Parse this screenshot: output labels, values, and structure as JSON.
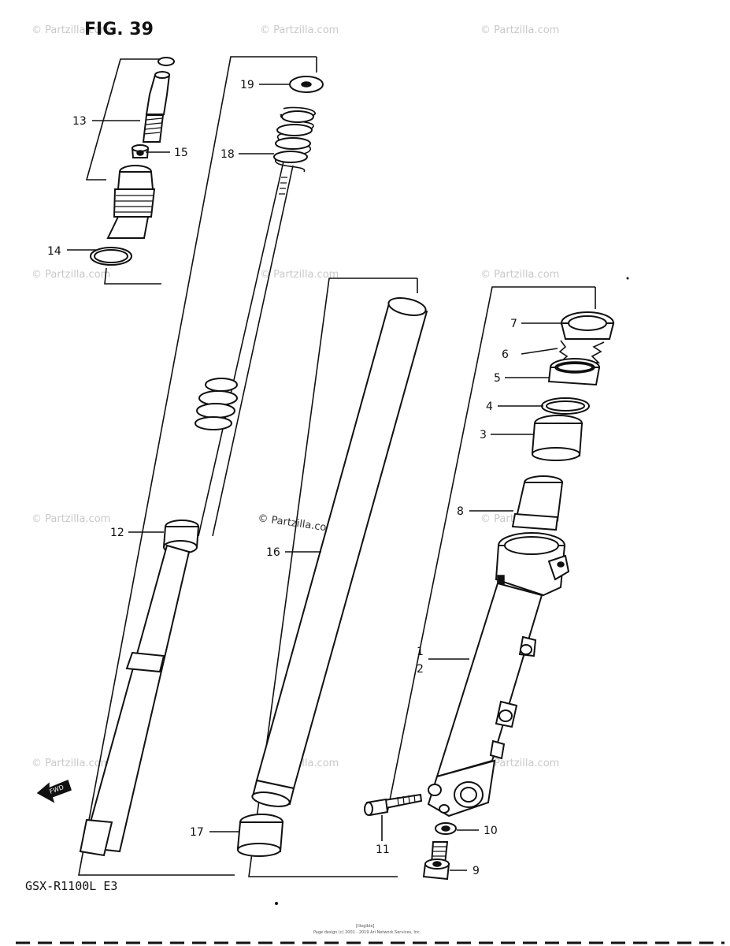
{
  "figure": {
    "title": "FIG. 39",
    "model": "GSX-R1100L E3",
    "center_watermark": "© Partzilla.com",
    "watermark": "© Partzilla.com",
    "footer_code": "[illegible]",
    "footer_copyright": "Page design (c) 2001 - 2019 Ari Network Services, Inc."
  },
  "callouts": {
    "c1": "1",
    "c2": "2",
    "c3": "3",
    "c4": "4",
    "c5": "5",
    "c6": "6",
    "c7": "7",
    "c8": "8",
    "c9": "9",
    "c10": "10",
    "c11": "11",
    "c12": "12",
    "c13": "13",
    "c14": "14",
    "c15": "15",
    "c16": "16",
    "c17": "17",
    "c18": "18",
    "c19": "19"
  },
  "icons": {
    "front_arrow": "front-direction-arrow-icon",
    "front_arrow_text": "FWD"
  }
}
